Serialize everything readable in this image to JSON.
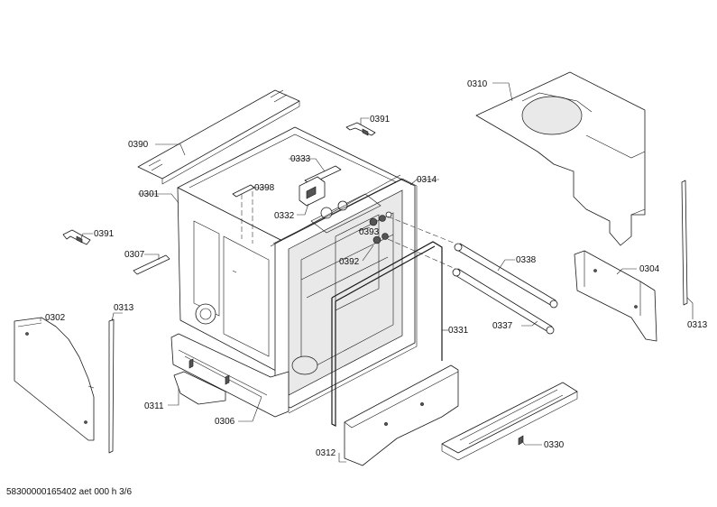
{
  "labels": {
    "p0310": "0310",
    "p0390": "0390",
    "p0391a": "0391",
    "p0333": "0333",
    "p0314": "0314",
    "p0301": "0301",
    "p0398": "0398",
    "p0332": "0332",
    "p0391b": "0391",
    "p0393": "0393",
    "p0307": "0307",
    "p0392": "0392",
    "p0338": "0338",
    "p0304": "0304",
    "p0302": "0302",
    "p0313a": "0313",
    "p0313b": "0313",
    "p0337": "0337",
    "p0331": "0331",
    "p0311": "0311",
    "p0306": "0306",
    "p0312": "0312",
    "p0330": "0330"
  },
  "footer": "58300000165402 aet 000 h 3/6"
}
